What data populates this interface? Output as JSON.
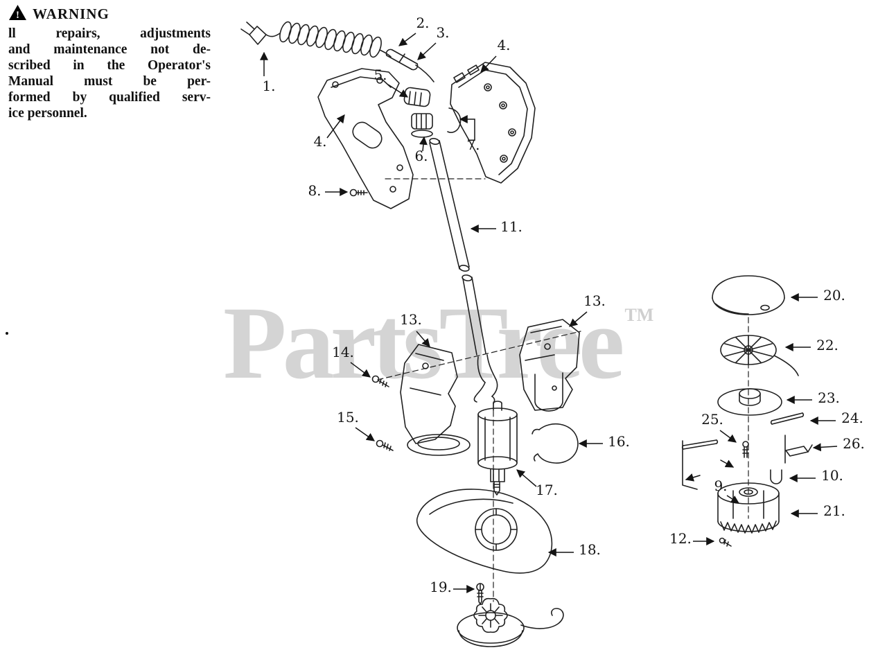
{
  "warning": {
    "title": "WARNING",
    "lines": [
      "ll repairs, adjustments",
      "and maintenance not de-",
      "scribed in the Operator's",
      "Manual must be per-",
      "formed by qualified serv-",
      "ice personnel."
    ]
  },
  "watermark": {
    "text": "PartsTree",
    "tm": "TM"
  },
  "callouts": [
    {
      "label": "1."
    },
    {
      "label": "2."
    },
    {
      "label": "3."
    },
    {
      "label": "4."
    },
    {
      "label": "5."
    },
    {
      "label": "4."
    },
    {
      "label": "6."
    },
    {
      "label": "7."
    },
    {
      "label": "8."
    },
    {
      "label": "11."
    },
    {
      "label": "13."
    },
    {
      "label": "13."
    },
    {
      "label": "14."
    },
    {
      "label": "15."
    },
    {
      "label": "16."
    },
    {
      "label": "17."
    },
    {
      "label": "18."
    },
    {
      "label": "19."
    },
    {
      "label": "20."
    },
    {
      "label": "22."
    },
    {
      "label": "23."
    },
    {
      "label": "24."
    },
    {
      "label": "25."
    },
    {
      "label": "26."
    },
    {
      "label": "10."
    },
    {
      "label": "9."
    },
    {
      "label": "21."
    },
    {
      "label": "12."
    }
  ]
}
